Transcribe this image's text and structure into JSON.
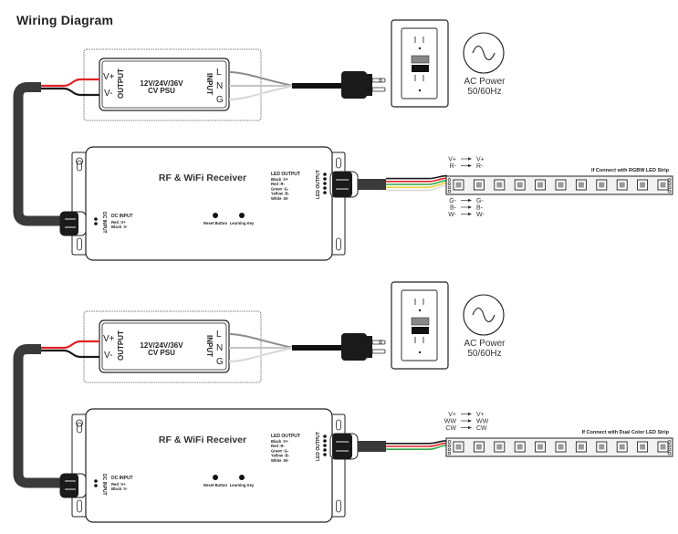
{
  "title": "Wiring Diagram",
  "colors": {
    "red_wire": "#e32124",
    "black_wire": "#1a1a1a",
    "cable": "#3a3a3a",
    "line_wire": "#8c8c8c",
    "neutral_wire": "#c4c4c4",
    "ground_wire": "#d6d6d6",
    "green_wire": "#2fa84a",
    "yellow_wire": "#e8d23a",
    "outline": "#222222",
    "strip_fill": "#f2f2f2"
  },
  "diagrams": [
    {
      "psu": {
        "label_line1": "12V/24V/36V",
        "label_line2": "CV PSU",
        "output_label": "OUTPUT",
        "input_label": "INPUT",
        "out_pos": "V+",
        "out_neg": "V-",
        "in_l": "L",
        "in_n": "N",
        "in_g": "G"
      },
      "ac": {
        "line1": "AC Power",
        "line2": "50/60Hz"
      },
      "receiver": {
        "title": "RF & WiFi Receiver",
        "dc_input_vertical": "DC INPUT",
        "dc_input_title": "DC INPUT",
        "dc_input_lines": [
          "Red :V+",
          "Black :V-"
        ],
        "led_output_title": "LED OUTPUT",
        "led_output_lines": [
          "Black :V+",
          "Red :R-",
          "Green :G-",
          "Yellow :B-",
          "White :W-"
        ],
        "led_output_vertical": "LED OUTPUT",
        "reset_button": "Reset Button",
        "learning_key": "Learning Key"
      },
      "strip": {
        "caption": "If Connect with RGBW LED Strip",
        "mappings_top": [
          {
            "from": "V+",
            "to": "V+"
          },
          {
            "from": "R-",
            "to": "R-"
          }
        ],
        "mappings_bottom": [
          {
            "from": "G-",
            "to": "G-"
          },
          {
            "from": "B-",
            "to": "B-"
          },
          {
            "from": "W-",
            "to": "W-"
          }
        ],
        "led_count": 11,
        "wires": [
          "black",
          "red",
          "green",
          "yellow",
          "white"
        ]
      }
    },
    {
      "psu": {
        "label_line1": "12V/24V/36V",
        "label_line2": "CV PSU",
        "output_label": "OUTPUT",
        "input_label": "INPUT",
        "out_pos": "V+",
        "out_neg": "V-",
        "in_l": "L",
        "in_n": "N",
        "in_g": "G"
      },
      "ac": {
        "line1": "AC Power",
        "line2": "50/60Hz"
      },
      "receiver": {
        "title": "RF & WiFi Receiver",
        "dc_input_vertical": "DC INPUT",
        "dc_input_title": "DC INPUT",
        "dc_input_lines": [
          "Red :V+",
          "Black :V-"
        ],
        "led_output_title": "LED OUTPUT",
        "led_output_lines": [
          "Black :V+",
          "Red :R-",
          "Green :G-",
          "Yellow :B-",
          "White :W-"
        ],
        "led_output_vertical": "LED OUTPUT",
        "reset_button": "Reset Button",
        "learning_key": "Learning Key"
      },
      "strip": {
        "caption": "If Connect with Dual Color LED Strip",
        "mappings_top": [
          {
            "from": "V+",
            "to": "V+"
          },
          {
            "from": "WW",
            "to": "WW"
          },
          {
            "from": "CW",
            "to": "CW"
          }
        ],
        "mappings_bottom": [],
        "led_count": 11,
        "wires": [
          "black",
          "red",
          "green"
        ]
      }
    }
  ]
}
